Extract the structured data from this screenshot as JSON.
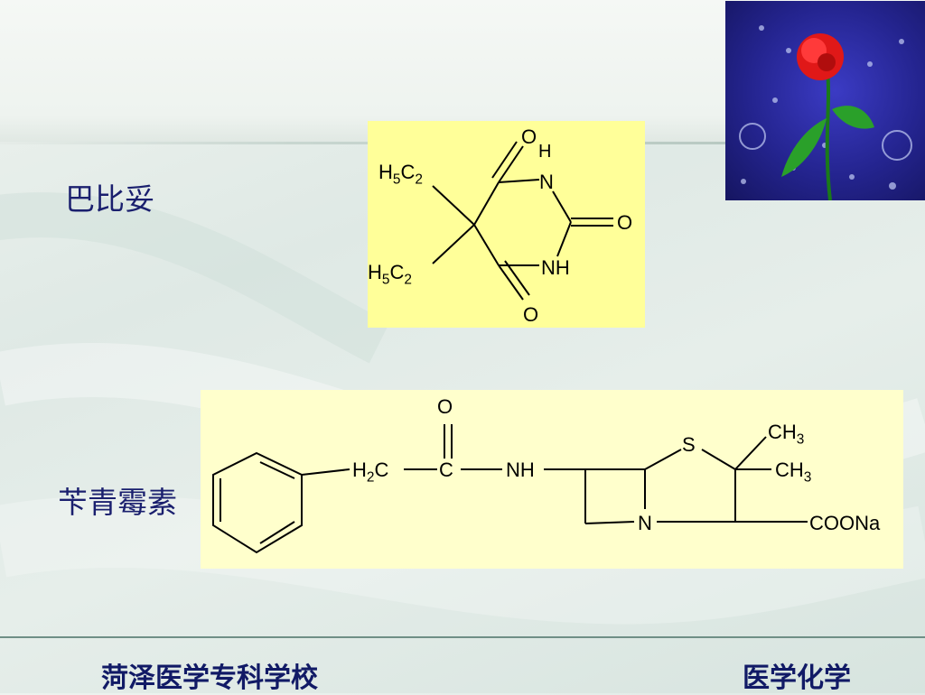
{
  "slide": {
    "label_barbital": "巴比妥",
    "label_penicillin": "苄青霉素",
    "footer_left": "菏泽医学专科学校",
    "footer_right": "医学化学"
  },
  "barbital": {
    "atoms": {
      "o_top": "O",
      "h_top": "H",
      "n_top": "N",
      "o_right": "O",
      "nh": "NH",
      "o_bottom": "O",
      "ethyl_1": "H5C2",
      "ethyl_2": "H5C2"
    }
  },
  "penicillin": {
    "atoms": {
      "o_carbonyl": "O",
      "h2c": "H2C",
      "c": "C",
      "nh": "NH",
      "s": "S",
      "ch3_1": "CH3",
      "ch3_2": "CH3",
      "n": "N",
      "coona": "COONa"
    }
  },
  "colors": {
    "box_barbital": "#ffff99",
    "box_penicillin": "#ffffcc",
    "label_text": "#1a1f6e",
    "footer_text": "#111a66"
  },
  "icons": {
    "rose_image": "rose-flower-image"
  }
}
